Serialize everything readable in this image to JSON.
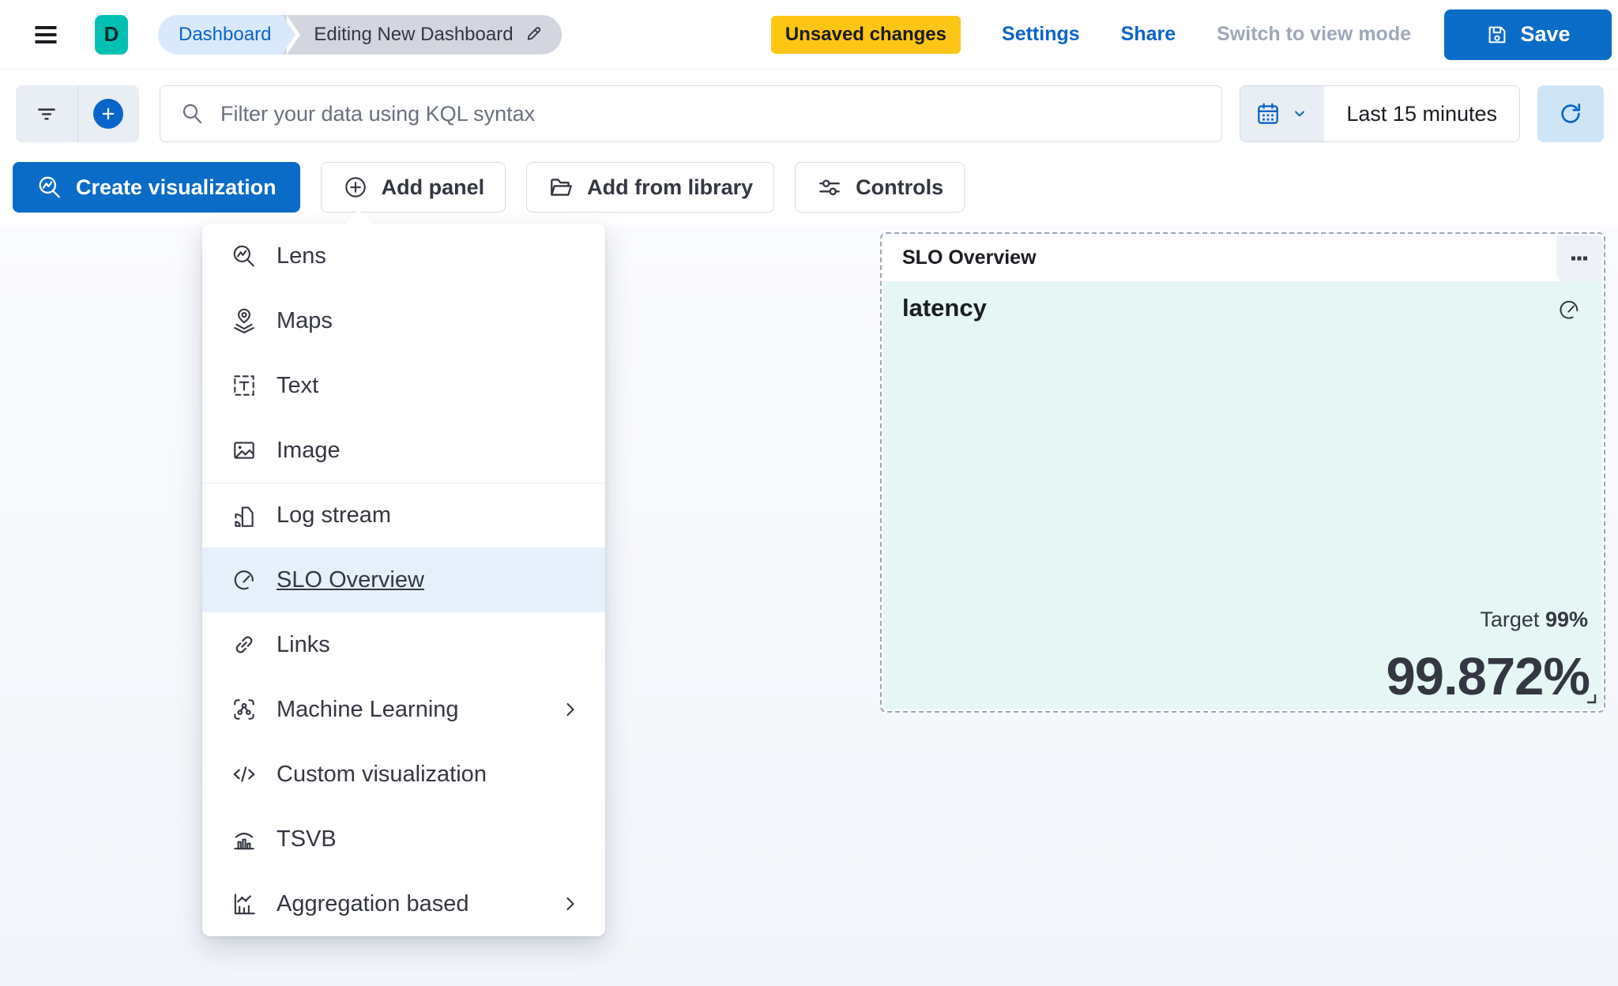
{
  "header": {
    "space_initial": "D",
    "breadcrumb_root": "Dashboard",
    "breadcrumb_current": "Editing New Dashboard",
    "unsaved_badge": "Unsaved changes",
    "settings_link": "Settings",
    "share_link": "Share",
    "view_mode_link": "Switch to view mode",
    "save_label": "Save"
  },
  "query_bar": {
    "placeholder": "Filter your data using KQL syntax",
    "time_range": "Last 15 minutes"
  },
  "toolbar": {
    "create_visualization": "Create visualization",
    "add_panel": "Add panel",
    "add_from_library": "Add from library",
    "controls": "Controls"
  },
  "add_panel_menu": {
    "items": [
      {
        "label": "Lens",
        "icon": "lens-icon"
      },
      {
        "label": "Maps",
        "icon": "maps-icon"
      },
      {
        "label": "Text",
        "icon": "text-icon"
      },
      {
        "label": "Image",
        "icon": "image-icon"
      },
      {
        "label": "Log stream",
        "icon": "log-stream-icon"
      },
      {
        "label": "SLO Overview",
        "icon": "gauge-icon",
        "selected": true
      },
      {
        "label": "Links",
        "icon": "links-icon"
      },
      {
        "label": "Machine Learning",
        "icon": "machine-learning-icon",
        "has_submenu": true
      },
      {
        "label": "Custom visualization",
        "icon": "code-icon"
      },
      {
        "label": "TSVB",
        "icon": "tsvb-icon"
      },
      {
        "label": "Aggregation based",
        "icon": "aggregation-icon",
        "has_submenu": true
      }
    ]
  },
  "slo_panel": {
    "title": "SLO Overview",
    "metric_name": "latency",
    "target_label": "Target",
    "target_value": "99%",
    "value": "99.872%"
  },
  "colors": {
    "primary_blue": "#0b6cc8",
    "badge_yellow": "#fec514",
    "space_teal": "#00bfb3",
    "panel_mint": "#e5f6f4",
    "text_dark": "#343741",
    "text_gray": "#9fa8b8",
    "border": "#d3dae6",
    "bc_blue_bg": "#d9e9fb",
    "bc_gray_bg": "#d3d6de",
    "menu_highlight": "#e6f0fa",
    "refresh_bg": "#cfe5f6",
    "control_bg": "#e9edf4"
  }
}
